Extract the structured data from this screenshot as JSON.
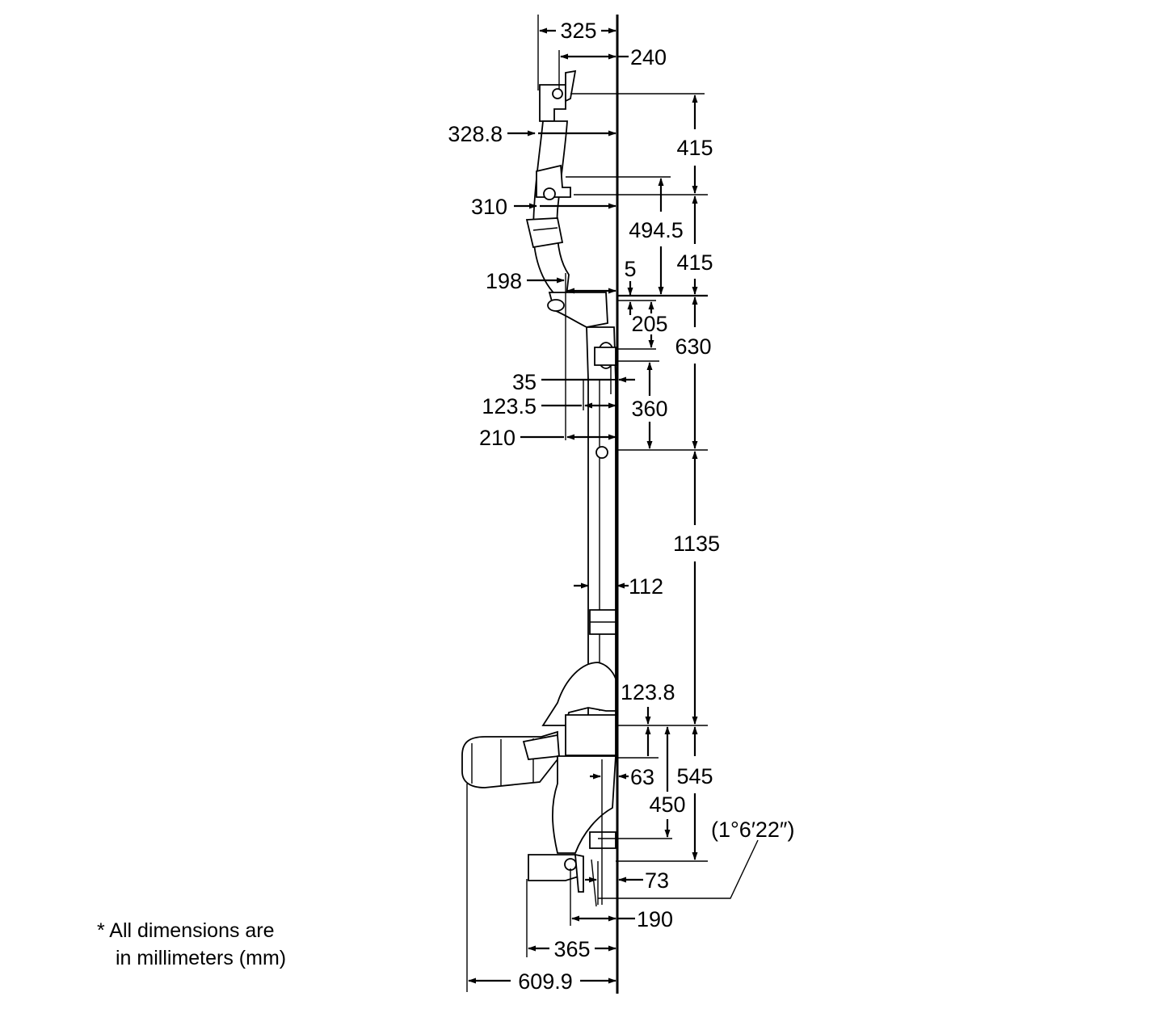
{
  "dimensions": {
    "d325": "325",
    "d240": "240",
    "d328_8": "328.8",
    "d415_upper": "415",
    "d310": "310",
    "d494_5": "494.5",
    "d415_lower": "415",
    "d5": "5",
    "d198": "198",
    "d205": "205",
    "d630": "630",
    "d35": "35",
    "d123_5": "123.5",
    "d360": "360",
    "d210": "210",
    "d1135": "1135",
    "d112": "112",
    "d123_8": "123.8",
    "d63": "63",
    "d545": "545",
    "d450": "450",
    "d_angle": "(1°6′22″)",
    "d73": "73",
    "d190": "190",
    "d365": "365",
    "d609_9": "609.9"
  },
  "note": {
    "line1": "* All dimensions are",
    "line2": "in millimeters (mm)"
  }
}
